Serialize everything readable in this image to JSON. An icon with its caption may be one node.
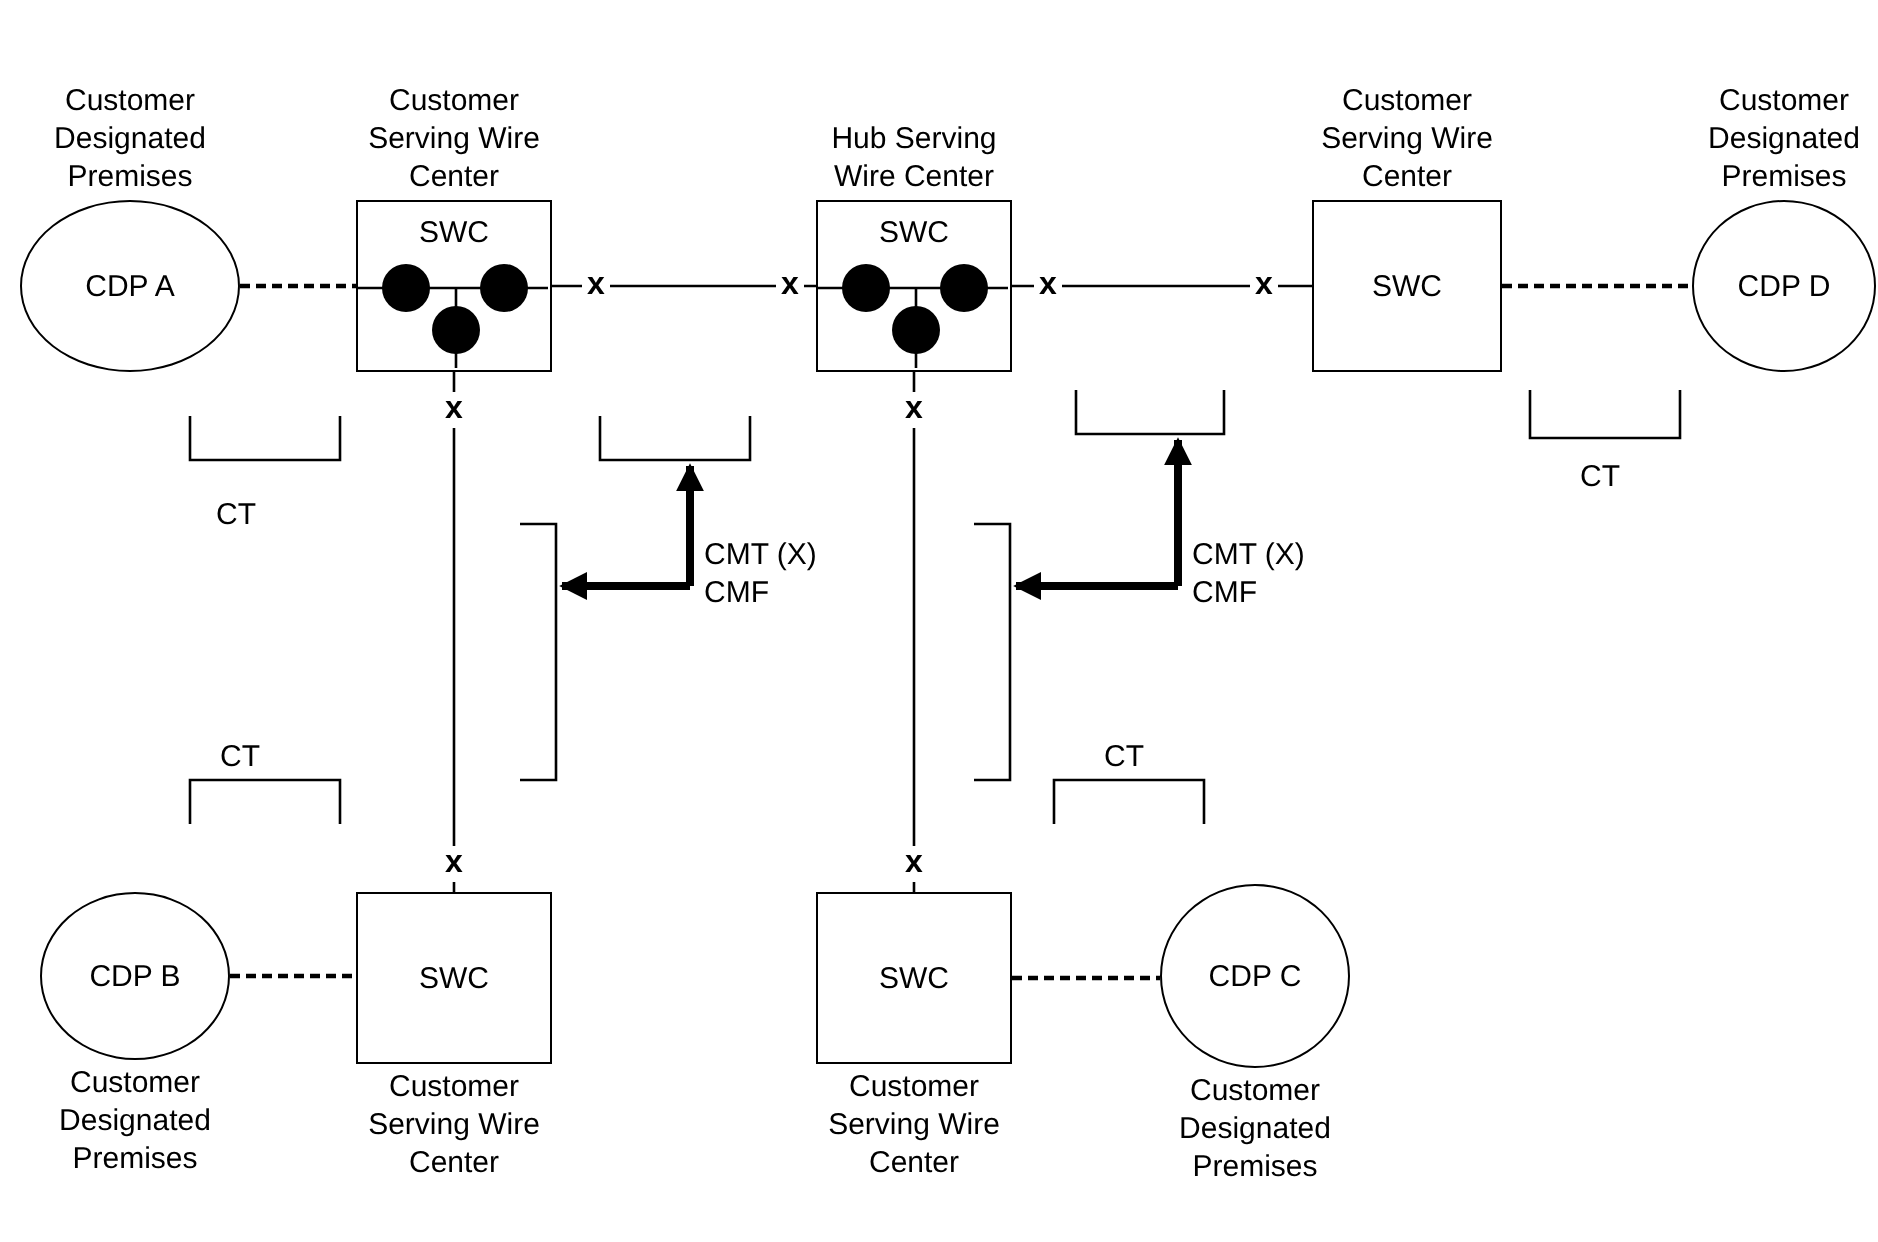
{
  "diagram": {
    "nodes": [
      {
        "text": [
          "Customer Designated Premises",
          "CDP A"
        ]
      },
      {
        "text": [
          "Customer Serving Wire Center",
          "SWC"
        ]
      },
      {
        "text": [],
        "shape": "circle",
        "in": 1
      },
      {
        "text": [],
        "shape": "circle",
        "in": 1
      },
      {
        "text": [],
        "shape": "circle",
        "in": 1
      },
      {
        "text": [
          "Hub Serving Wire Center",
          "SWC"
        ]
      },
      {
        "text": [],
        "shape": "circle",
        "in": 5
      },
      {
        "text": [],
        "shape": "circle",
        "in": 5
      },
      {
        "text": [],
        "shape": "circle",
        "in": 5
      },
      {
        "text": [
          "Customer Serving Wire Center",
          "SWC"
        ]
      },
      {
        "text": [
          "Customer Designated Premises",
          "CDP D"
        ]
      },
      {
        "text": [
          "CMT (X) CMF"
        ]
      },
      {
        "text": [
          "CMT (X) CMF"
        ]
      },
      {
        "text": [
          "CDP B",
          "Customer Designated Premises"
        ]
      },
      {
        "text": [
          "SWC",
          "Customer Serving Wire Center"
        ]
      },
      {
        "text": [
          "SWC",
          "Customer Serving Wire Center"
        ]
      },
      {
        "text": [
          "CDP C",
          "Customer Designated Premises"
        ]
      },
      {
        "text": [],
        "shape": "bracket"
      },
      {
        "text": [],
        "shape": "bracket"
      },
      {
        "text": [],
        "shape": "bracket"
      },
      {
        "text": [],
        "shape": "bracket"
      },
      {
        "text": [],
        "shape": "bracket"
      },
      {
        "text": [],
        "shape": "bracket"
      },
      {
        "text": [],
        "shape": "bracket"
      },
      {
        "text": [],
        "shape": "bracket"
      }
    ],
    "edges": [
      {
        "from": 0,
        "to": 1,
        "arrow": "none",
        "style": "dashed"
      },
      {
        "from": 1,
        "to": 5,
        "arrow": "none"
      },
      {
        "from": 5,
        "to": 9,
        "arrow": "none"
      },
      {
        "from": 9,
        "to": 10,
        "arrow": "none",
        "style": "dashed"
      },
      {
        "from": 1,
        "to": 14,
        "arrow": "none"
      },
      {
        "from": 5,
        "to": 15,
        "arrow": "none"
      },
      {
        "from": 13,
        "to": 14,
        "arrow": "none",
        "style": "dashed"
      },
      {
        "from": 15,
        "to": 16,
        "arrow": "none",
        "style": "dashed"
      },
      {
        "from": 11,
        "to": 20,
        "arrow": "to",
        "style": "thick"
      },
      {
        "from": 11,
        "to": 21,
        "arrow": "to",
        "style": "thick"
      },
      {
        "from": 12,
        "to": 17,
        "arrow": "to",
        "style": "thick"
      },
      {
        "from": 12,
        "to": 22,
        "arrow": "to",
        "style": "thick"
      }
    ],
    "labels": [
      "x",
      "x",
      "x",
      "x",
      "x",
      "x",
      "CT",
      "CT",
      "CT",
      "CT",
      "x",
      "x"
    ]
  }
}
